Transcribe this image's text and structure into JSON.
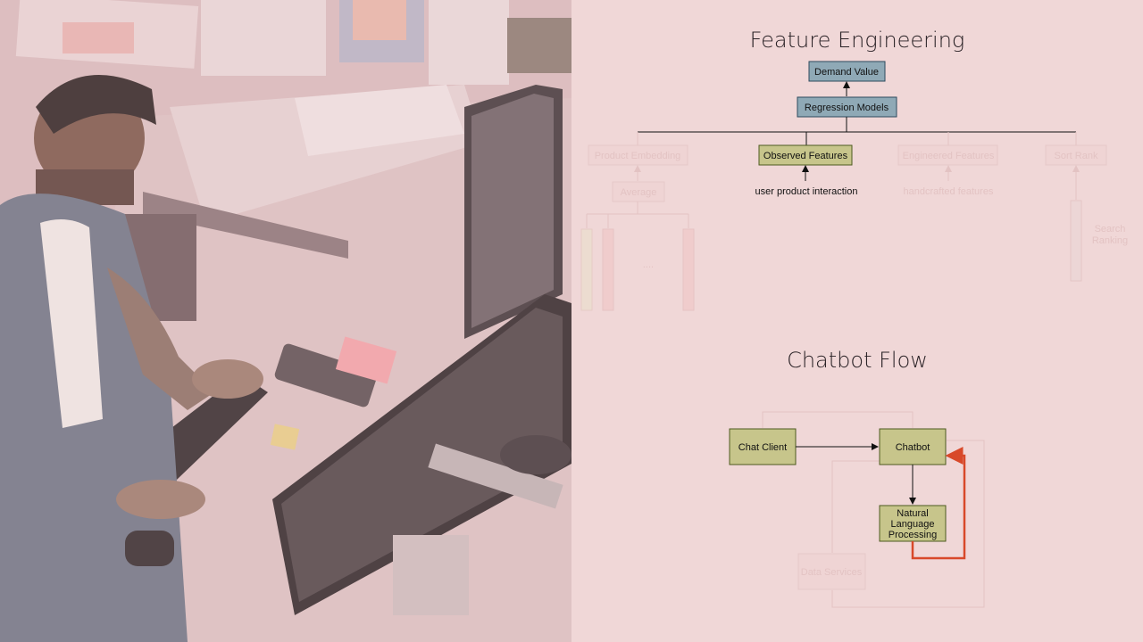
{
  "feature_engineering": {
    "title": "Feature Engineering",
    "demand_value": "Demand Value",
    "regression_models": "Regression Models",
    "observed_features": "Observed Features",
    "observed_caption": "user product interaction",
    "product_embedding": "Product Embedding",
    "average": "Average",
    "ellipsis": "....",
    "engineered_features": "Engineered Features",
    "engineered_caption": "handcrafted features",
    "sort_rank": "Sort Rank",
    "search_ranking_line1": "Search",
    "search_ranking_line2": "Ranking"
  },
  "chatbot_flow": {
    "title": "Chatbot Flow",
    "chat_client": "Chat Client",
    "chatbot": "Chatbot",
    "nlp_line1": "Natural",
    "nlp_line2": "Language",
    "nlp_line3": "Processing",
    "data_services": "Data Services"
  },
  "colors": {
    "blue_box": "#8fa9b6",
    "olive_box": "#c7c58b",
    "accent_arrow": "#d8492a",
    "panel_bg": "#f0d7d7"
  }
}
